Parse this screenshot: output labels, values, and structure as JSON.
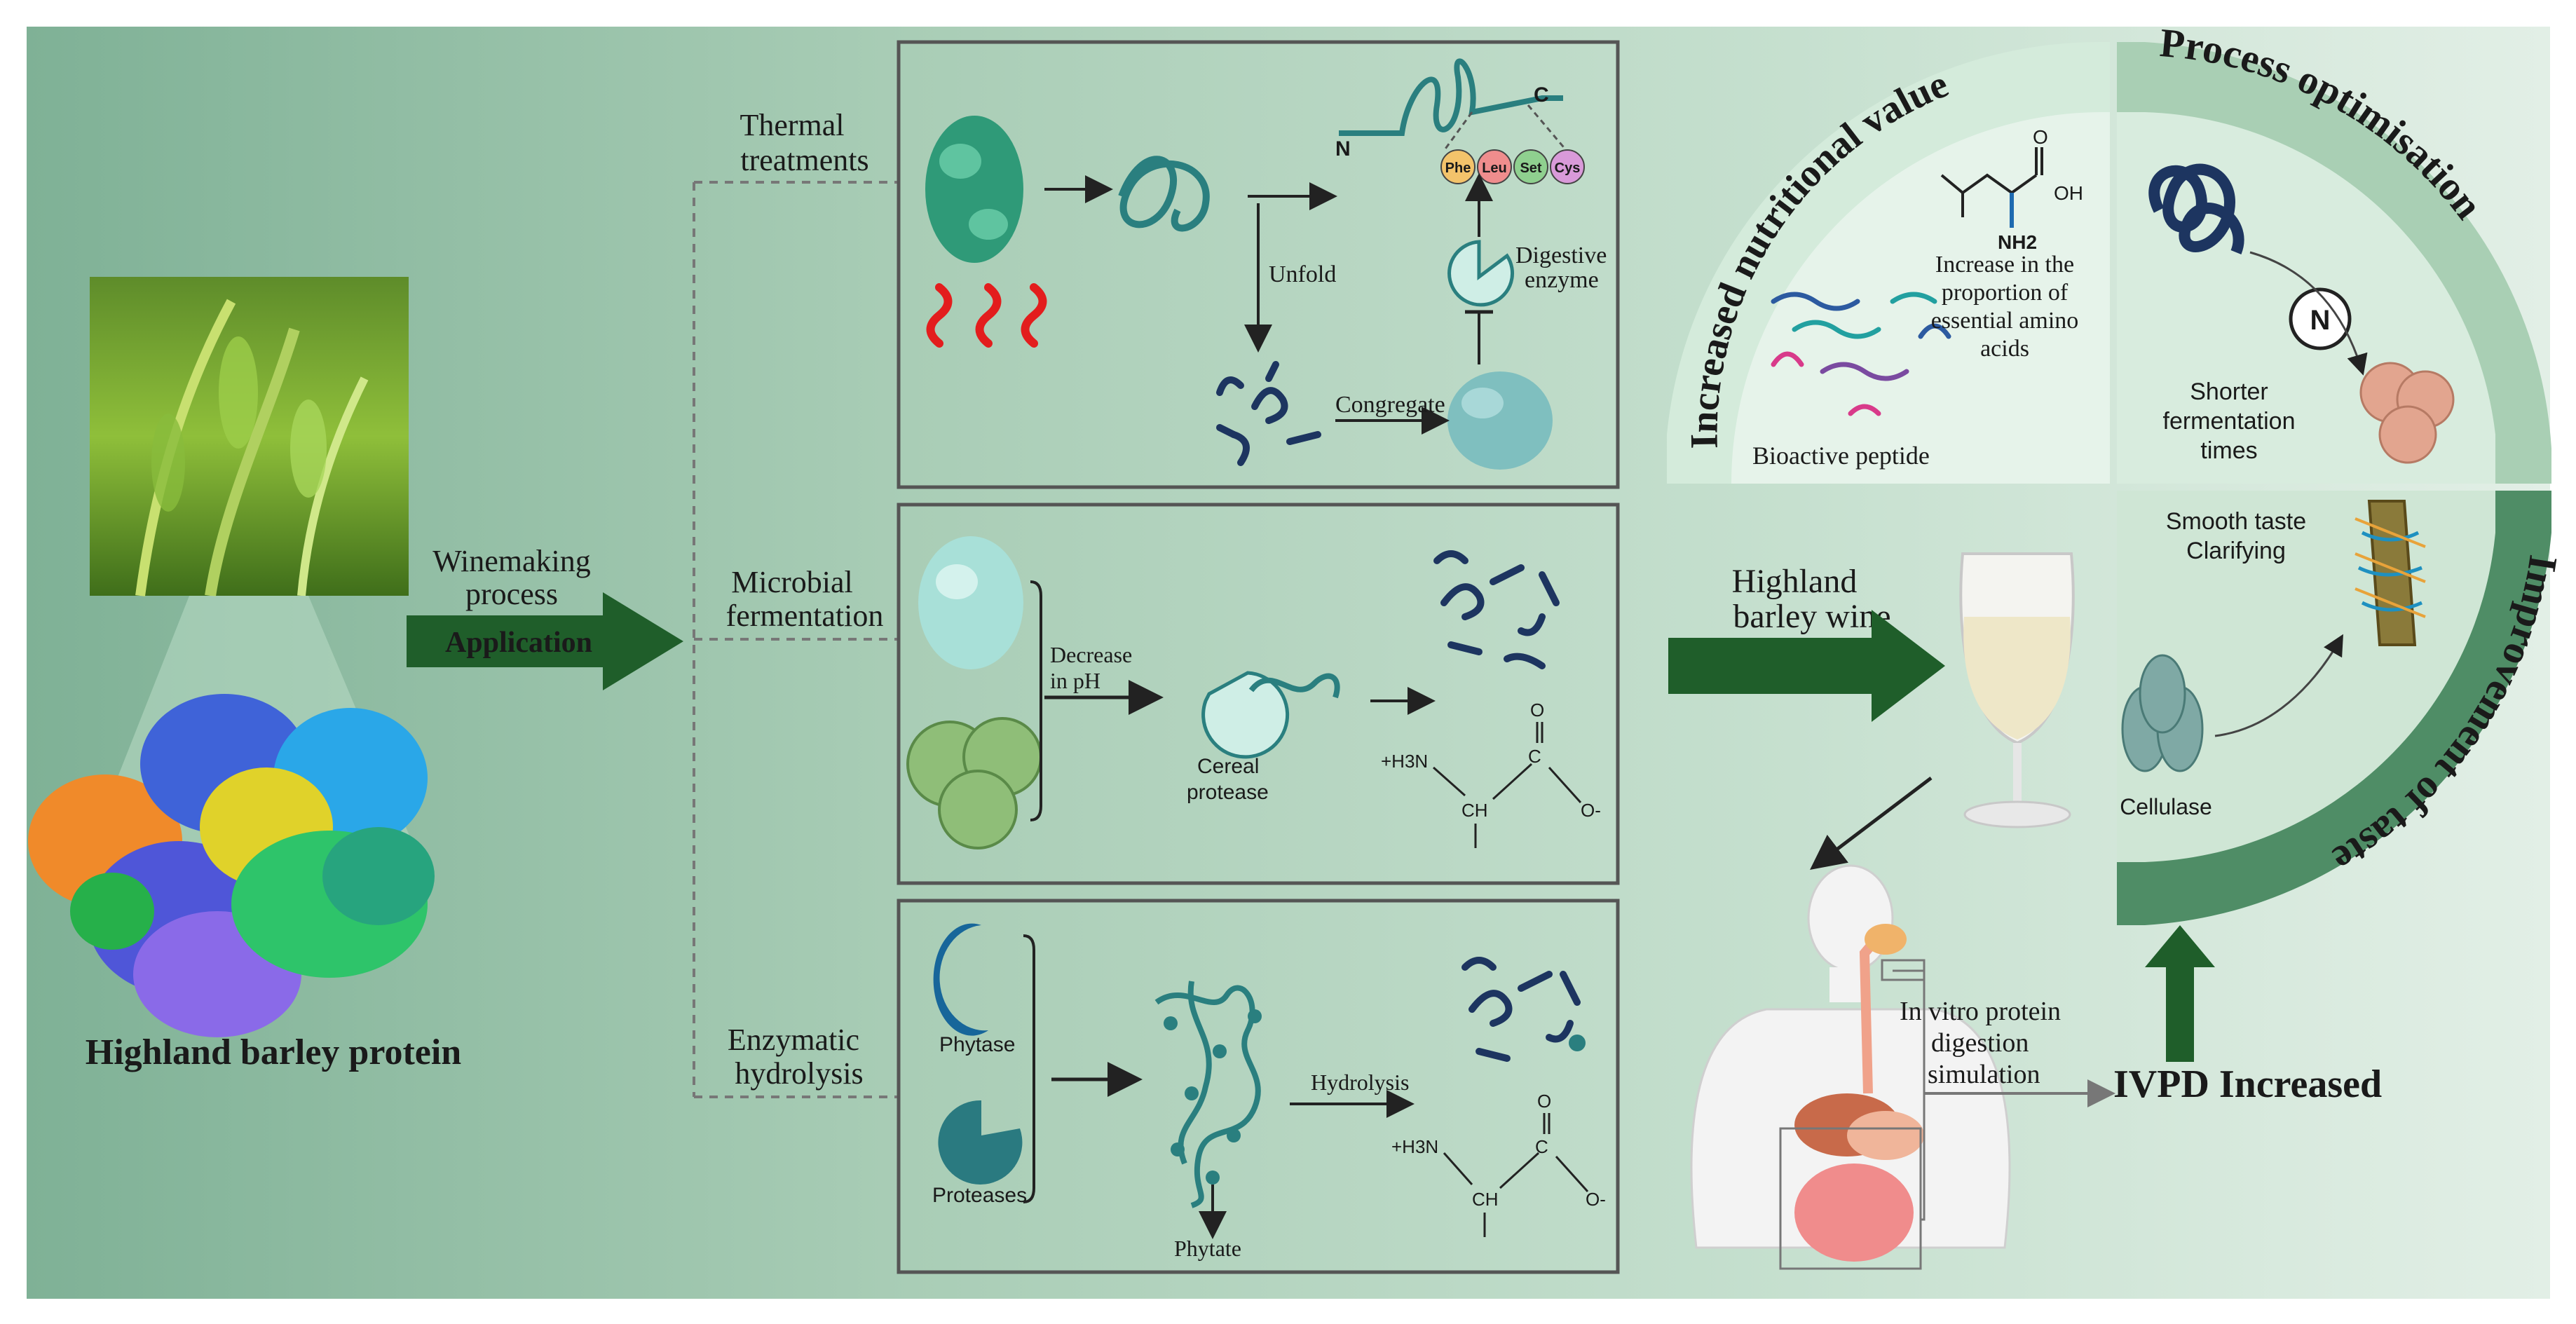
{
  "left": {
    "title": "Highland barley protein"
  },
  "arrow_left": {
    "label_top_1": "Winemaking",
    "label_top_2": "process",
    "label_inside": "Application"
  },
  "branches": {
    "thermal": {
      "label_1": "Thermal",
      "label_2": "treatments"
    },
    "microbial": {
      "label_1": "Microbial",
      "label_2": "fermentation"
    },
    "enzymatic": {
      "label_1": "Enzymatic",
      "label_2": "hydrolysis"
    }
  },
  "thermal_panel": {
    "n_label": "N",
    "c_label": "C",
    "unfold": "Unfold",
    "congregate": "Congregate",
    "digestive_1": "Digestive",
    "digestive_2": "enzyme",
    "amino_acids": [
      "Phe",
      "Leu",
      "Set",
      "Cys"
    ],
    "amino_colors": [
      "#f3c36b",
      "#ef8d8d",
      "#8fd08f",
      "#d99ad9"
    ]
  },
  "microbial_panel": {
    "decrease_1": "Decrease",
    "decrease_2": "in pH",
    "protease_1": "Cereal",
    "protease_2": "protease",
    "chem": {
      "nh": "+H3N",
      "ch": "CH",
      "c": "C",
      "o": "O",
      "ominus": "O-"
    }
  },
  "enzymatic_panel": {
    "phytase": "Phytase",
    "proteases": "Proteases",
    "hydrolysis": "Hydrolysis",
    "phytate": "Phytate",
    "chem": {
      "nh": "+H3N",
      "ch": "CH",
      "c": "C",
      "o": "O",
      "ominus": "O-"
    }
  },
  "wine": {
    "label_1": "Highland",
    "label_2": "barley wine"
  },
  "digestion": {
    "label_1": "In vitro protein",
    "label_2": "digestion",
    "label_3": "simulation",
    "result": "IVPD Increased"
  },
  "nutrition": {
    "arc_title": "Increased nutritional value",
    "increase_1": "Increase in the",
    "increase_2": "proportion of",
    "increase_3": "essential amino",
    "increase_4": "acids",
    "peptide": "Bioactive peptide",
    "molecule": {
      "oh": "OH",
      "o": "O",
      "nh2": "NH2"
    }
  },
  "process": {
    "arc_title": "Process optimisation",
    "n_symbol": "N",
    "shorter_1": "Shorter",
    "shorter_2": "fermentation",
    "shorter_3": "times"
  },
  "taste": {
    "arc_title": "Improvement of taste",
    "smooth": "Smooth taste",
    "clarifying": "Clarifying",
    "cellulase": "Cellulase"
  },
  "colors": {
    "dark_green": "#1f5e2a",
    "protein_teal": "#2f8f74",
    "navy": "#1d3560",
    "panel_border": "#555555"
  }
}
